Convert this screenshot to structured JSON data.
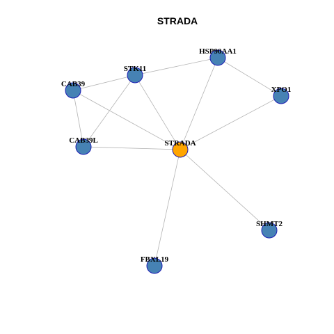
{
  "title": "STRADA",
  "colors": {
    "center_node": "#FFA500",
    "node": "#4682B4",
    "node_border": "#1B1BB3",
    "edge": "#B3B3B3"
  },
  "nodes": [
    {
      "id": "STRADA",
      "label": "STRADA",
      "center": true
    },
    {
      "id": "HSP90AA1",
      "label": "HSP90AA1",
      "center": false
    },
    {
      "id": "STK11",
      "label": "STK11",
      "center": false
    },
    {
      "id": "CAB39",
      "label": "CAB39",
      "center": false
    },
    {
      "id": "XPO1",
      "label": "XPO1",
      "center": false
    },
    {
      "id": "CAB39L",
      "label": "CAB39L",
      "center": false
    },
    {
      "id": "SHMT2",
      "label": "SHMT2",
      "center": false
    },
    {
      "id": "FBXL19",
      "label": "FBXL19",
      "center": false
    }
  ],
  "edges": [
    [
      "STRADA",
      "HSP90AA1"
    ],
    [
      "STRADA",
      "STK11"
    ],
    [
      "STRADA",
      "CAB39"
    ],
    [
      "STRADA",
      "XPO1"
    ],
    [
      "STRADA",
      "CAB39L"
    ],
    [
      "STRADA",
      "SHMT2"
    ],
    [
      "STRADA",
      "FBXL19"
    ],
    [
      "STK11",
      "HSP90AA1"
    ],
    [
      "STK11",
      "CAB39"
    ],
    [
      "STK11",
      "CAB39L"
    ],
    [
      "CAB39",
      "CAB39L"
    ],
    [
      "HSP90AA1",
      "XPO1"
    ]
  ]
}
